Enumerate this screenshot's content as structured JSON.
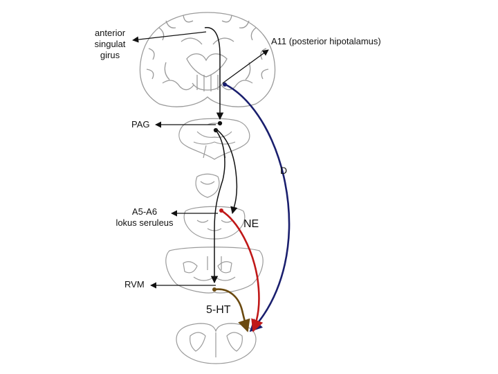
{
  "labels": {
    "cingulate_line1": "anterior",
    "cingulate_line2": "singulat",
    "cingulate_line3": "girus",
    "a11": "A11 (posterior hipotalamus)",
    "pag": "PAG",
    "d": "D",
    "a5a6_line1": "A5-A6",
    "a5a6_line2": "lokus seruleus",
    "ne": "NE",
    "rvm": "RVM",
    "ht5": "5-HT"
  },
  "colors": {
    "d_pathway": "#1a1f6e",
    "ne_pathway": "#c01818",
    "ht5_pathway": "#6b4a10",
    "black_pathway": "#111111",
    "tissue_outline": "#9a9a9a"
  }
}
